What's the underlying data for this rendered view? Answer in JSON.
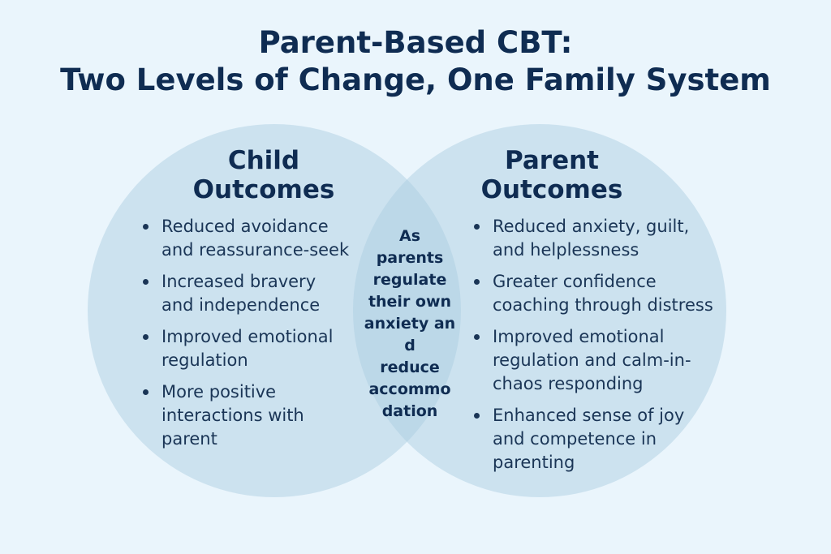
{
  "title": {
    "line1": "Parent-Based CBT:",
    "line2": "Two Levels of Change, One Family System"
  },
  "left_set": {
    "title_line1": "Child",
    "title_line2": "Outcomes",
    "items": [
      {
        "line1": "Reduced avoidance",
        "line2": "and reassurance-seek"
      },
      {
        "line1": "Increased bravery",
        "line2": "and independence"
      },
      {
        "line1": "Improved emotional",
        "line2": "regulation"
      },
      {
        "line1": "More positive",
        "line2": "interactions with",
        "line3": "parent"
      }
    ]
  },
  "right_set": {
    "title_line1": "Parent",
    "title_line2": "Outcomes",
    "items": [
      {
        "line1": "Reduced anxiety, guilt,",
        "line2": "and helplessness"
      },
      {
        "line1": "Greater confidence",
        "line2": "coaching through distress"
      },
      {
        "line1": "Improved emotional",
        "line2": "regulation and calm-in-",
        "line3": "chaos responding"
      },
      {
        "line1": "Enhanced sense of joy",
        "line2": "and competence in",
        "line3": "parenting"
      }
    ]
  },
  "overlap": {
    "lines": [
      "As",
      "parents",
      "regulate",
      "their own",
      "anxiety and",
      "reduce",
      "accommo",
      "dation"
    ]
  },
  "colors": {
    "background": "#eaf5fc",
    "circle_fill": "#a9cbe0",
    "title_text": "#0f2c52"
  }
}
